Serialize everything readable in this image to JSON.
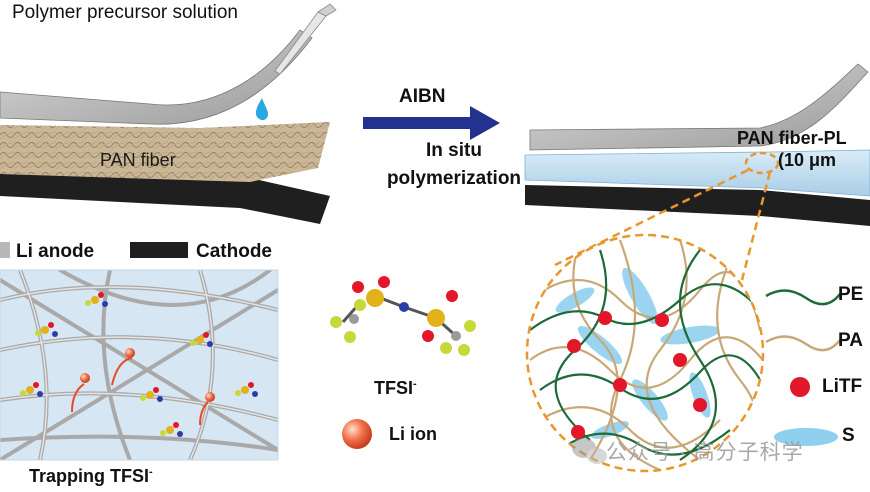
{
  "labels": {
    "precursor": "Polymer precursor solution",
    "pan_fiber": "PAN fiber",
    "aibn": "AIBN",
    "in_situ": "In situ",
    "polymerization": "polymerization",
    "pan_fiber_pl": "PAN fiber-PL",
    "thickness": "(10 μm",
    "li_anode": "Li anode",
    "cathode": "Cathode",
    "tfsi": "TFSI",
    "tfsi_sup": "-",
    "li_ion": "Li ion",
    "trapping": "Trapping TFSI",
    "trapping_sup": "-",
    "legend_pe": "PE",
    "legend_pa": "PA",
    "legend_litf": "LiTF",
    "legend_s": "S",
    "watermark": "公众号 · 高分子科学"
  },
  "colors": {
    "arrow": "#23318f",
    "pe_chain": "#1e6b3a",
    "pa_chain": "#c8a877",
    "li_salt": "#e3162a",
    "salt_ellipse": "#8fd0ef",
    "dashed_circle": "#e9962a",
    "fiber_bg": "#d6e6f2",
    "cathode": "#1f1f1f",
    "anode": "#b8b8b8"
  },
  "icons": [
    "pipette-icon",
    "droplet-icon",
    "right-arrow-icon",
    "tfsi-molecule-icon",
    "li-ion-sphere-icon",
    "wechat-icon"
  ]
}
